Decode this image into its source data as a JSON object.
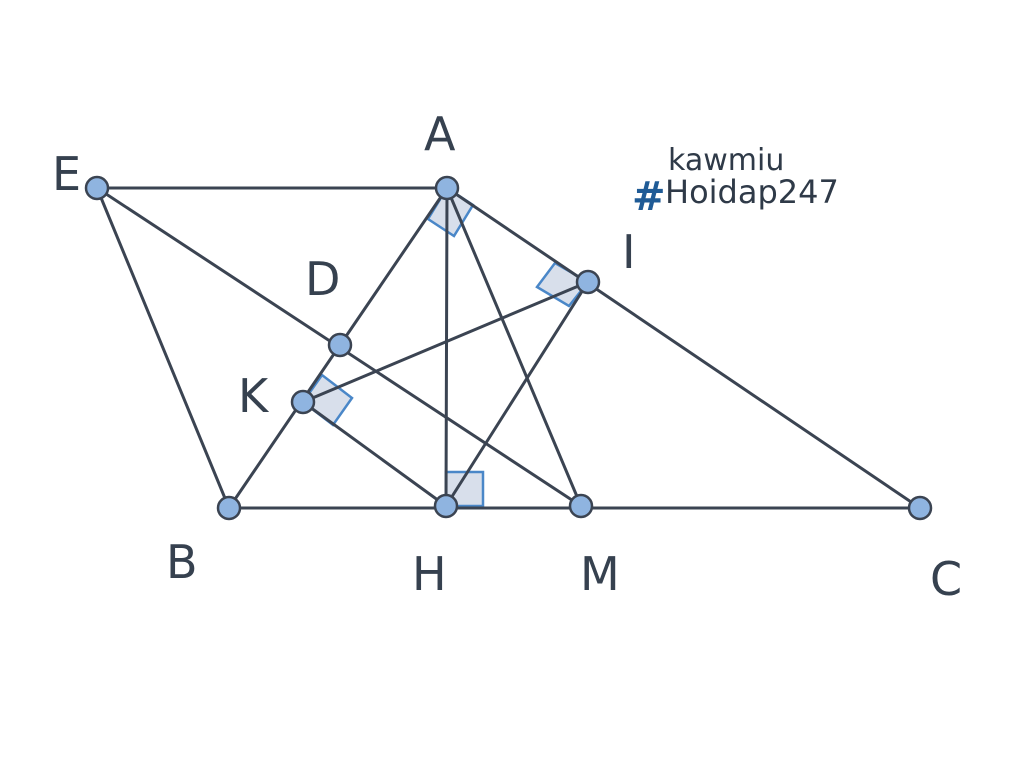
{
  "diagram": {
    "points": {
      "E": "E",
      "A": "A",
      "I": "I",
      "D": "D",
      "K": "K",
      "B": "B",
      "H": "H",
      "M": "M",
      "C": "C"
    },
    "right_angles": [
      "A",
      "I",
      "K",
      "H"
    ],
    "segments": [
      [
        "E",
        "A"
      ],
      [
        "E",
        "B"
      ],
      [
        "E",
        "M"
      ],
      [
        "A",
        "B"
      ],
      [
        "A",
        "C"
      ],
      [
        "A",
        "H"
      ],
      [
        "A",
        "M"
      ],
      [
        "B",
        "C"
      ],
      [
        "K",
        "I"
      ],
      [
        "K",
        "H"
      ],
      [
        "H",
        "I"
      ]
    ]
  },
  "watermark": {
    "user": "kawmiu",
    "hash": "#",
    "site": "Hoidap247"
  }
}
